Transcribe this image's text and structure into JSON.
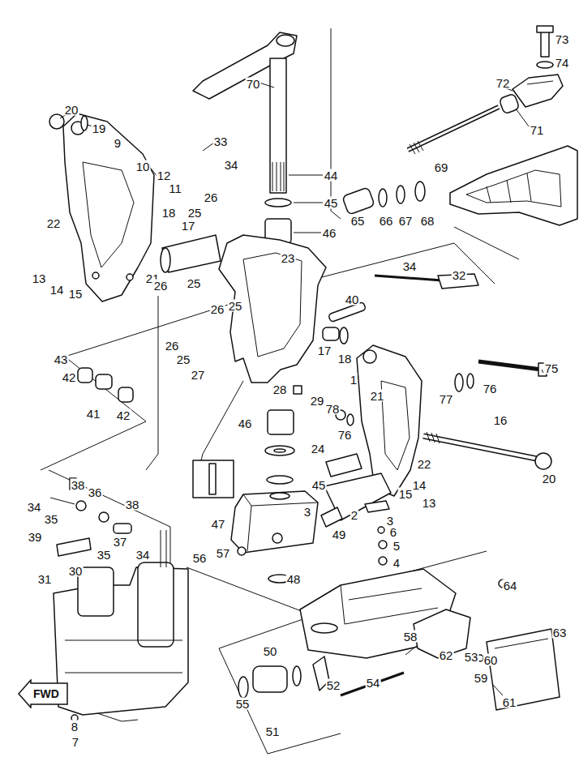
{
  "diagram": {
    "nodes": [
      {
        "text": [
          "FWD"
        ]
      }
    ],
    "labels": [
      "73",
      "74",
      "72",
      "71",
      "69",
      "65",
      "66",
      "67",
      "68",
      "70",
      "44",
      "45",
      "46",
      "20",
      "19",
      "9",
      "33",
      "34",
      "10",
      "12",
      "11",
      "26",
      "25",
      "18",
      "17",
      "22",
      "23",
      "13",
      "14",
      "15",
      "21",
      "26",
      "25",
      "34",
      "32",
      "40",
      "26",
      "25",
      "26",
      "25",
      "27",
      "43",
      "42",
      "41",
      "42",
      "17",
      "18",
      "1",
      "75",
      "76",
      "77",
      "78",
      "21",
      "76",
      "28",
      "29",
      "46",
      "24",
      "16",
      "20",
      "22",
      "15",
      "14",
      "13",
      "45",
      "3",
      "2",
      "3",
      "6",
      "5",
      "4",
      "47",
      "49",
      "57",
      "56",
      "48",
      "38",
      "34",
      "35",
      "36",
      "38",
      "39",
      "37",
      "35",
      "34",
      "30",
      "31",
      "64",
      "63",
      "58",
      "62",
      "53",
      "60",
      "59",
      "61",
      "50",
      "55",
      "54",
      "52",
      "51",
      "8",
      "7"
    ]
  }
}
